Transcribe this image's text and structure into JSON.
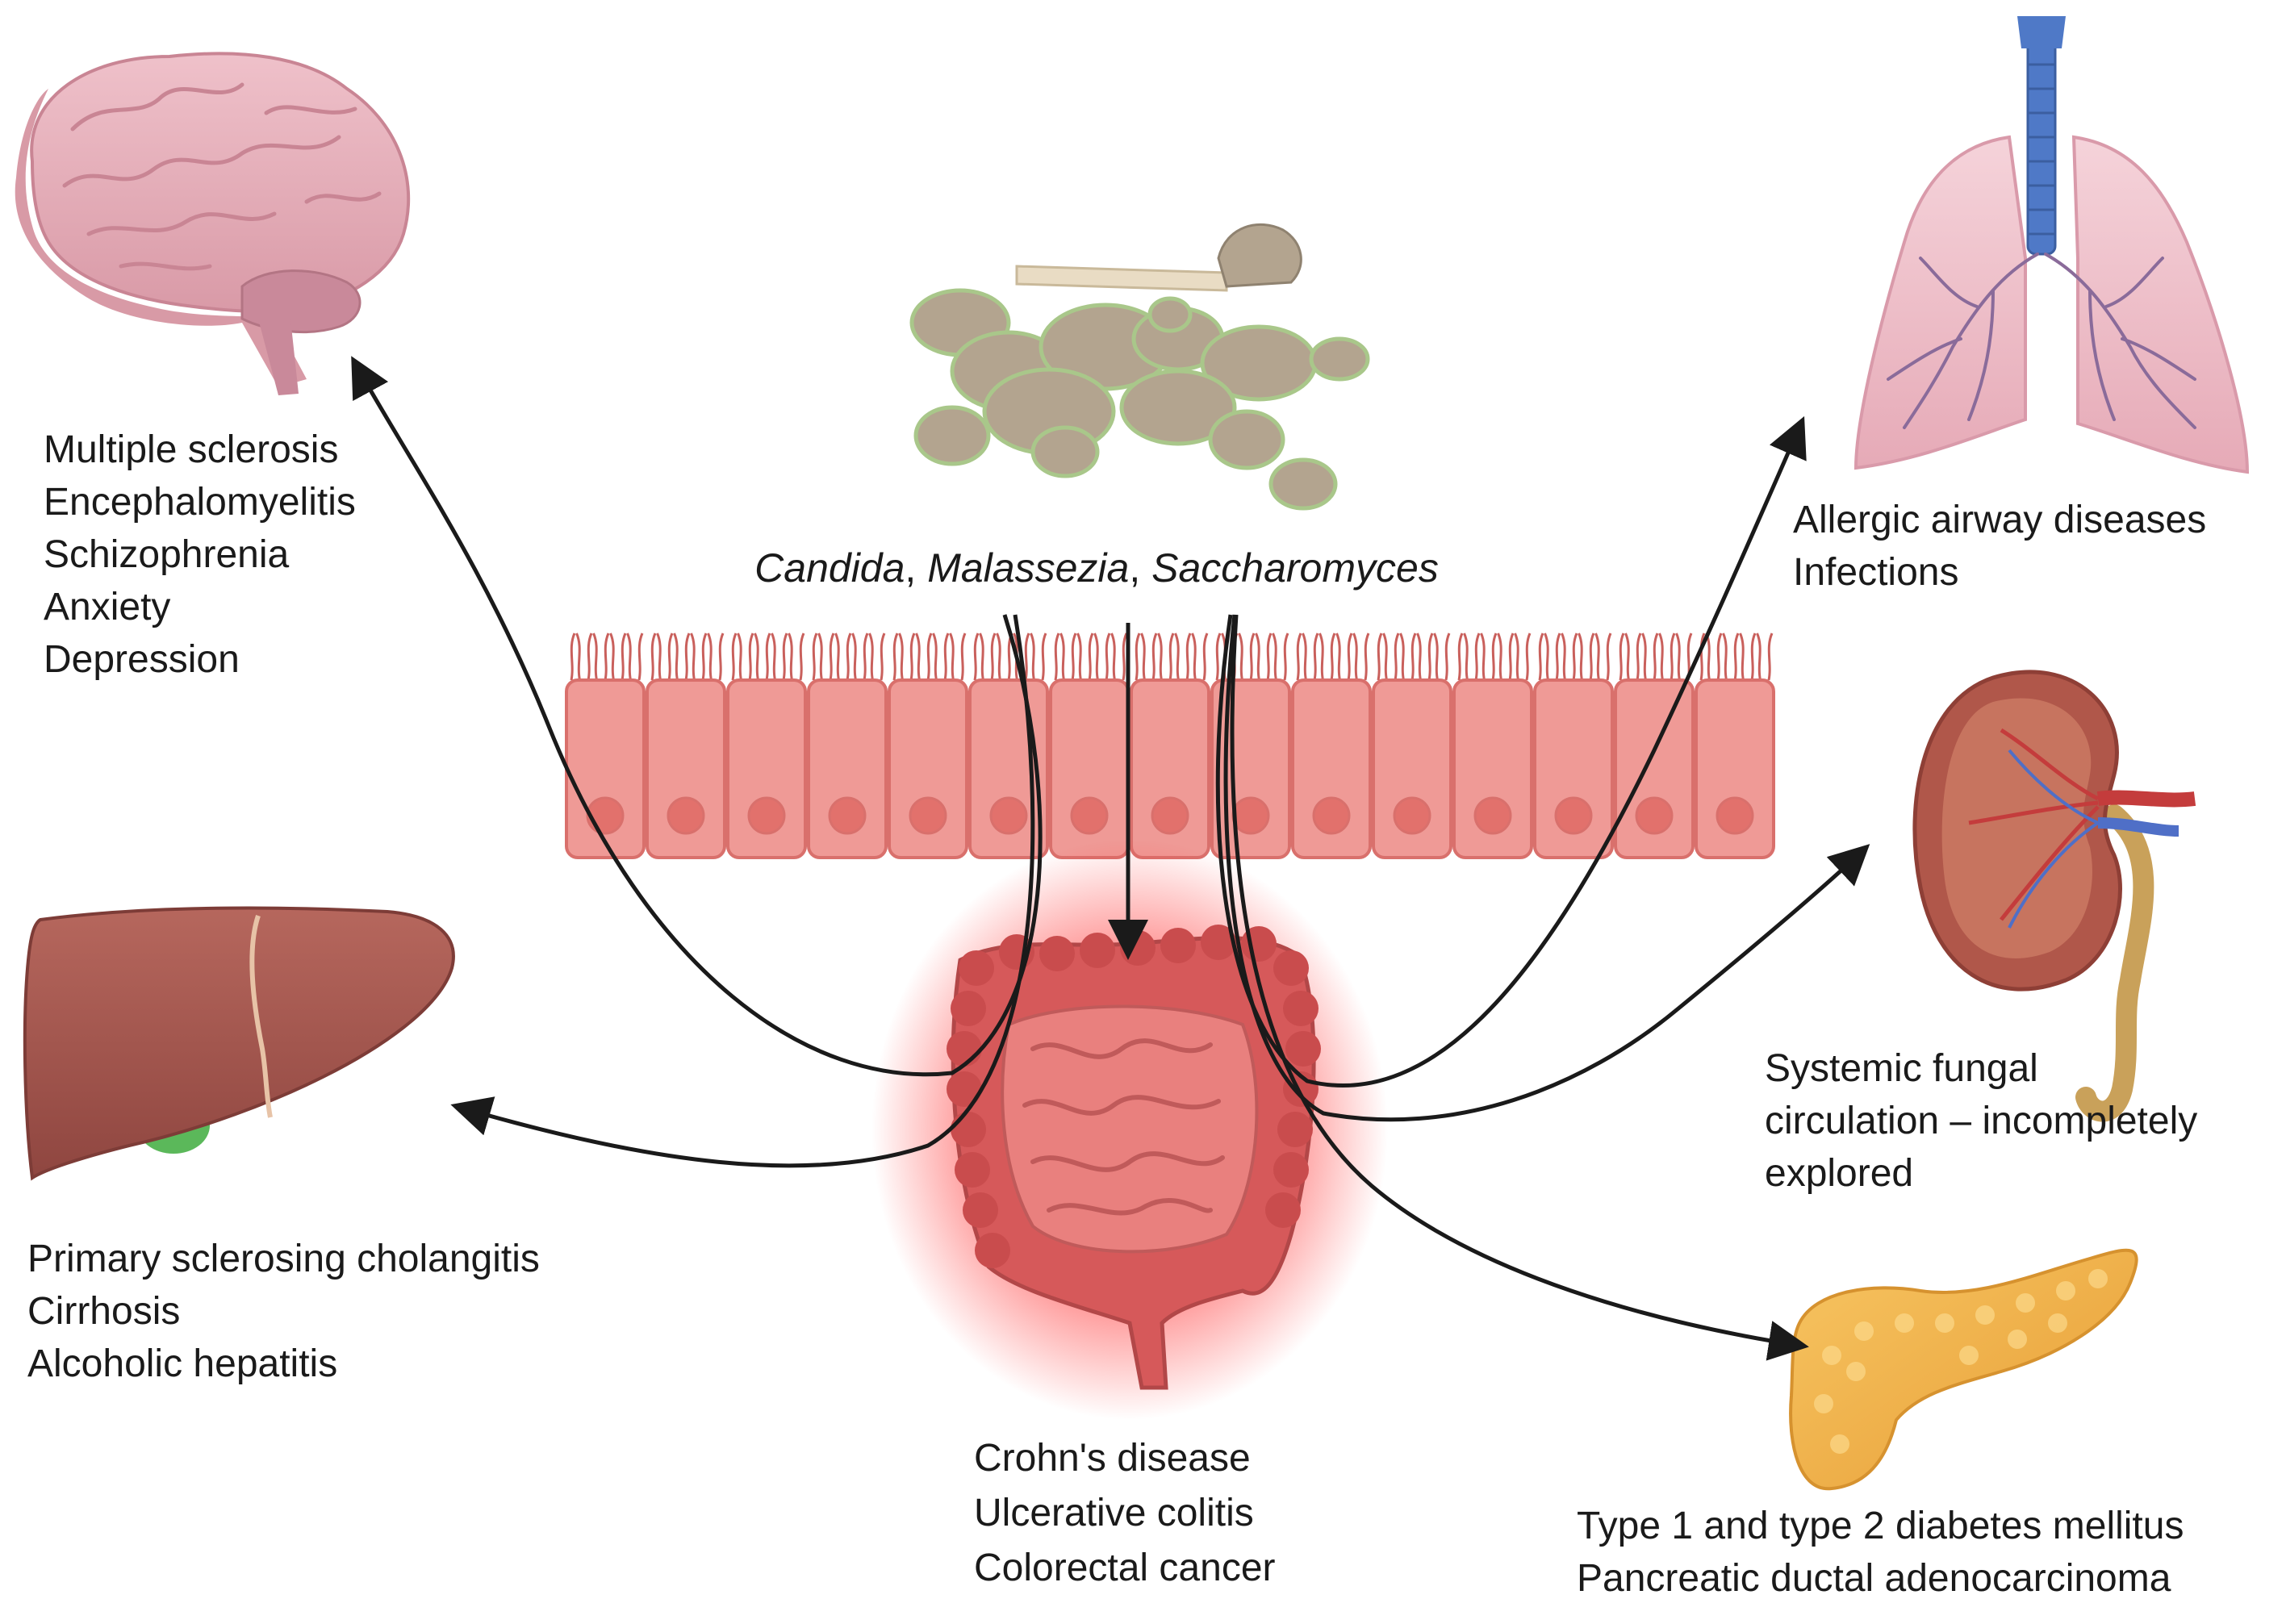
{
  "fungi": {
    "names": [
      "Candida",
      "Malassezia",
      "Saccharomyces"
    ],
    "separator": ", "
  },
  "organs": {
    "brain": {
      "icon": "brain-icon",
      "conditions": [
        "Multiple sclerosis",
        "Encephalomyelitis",
        "Schizophrenia",
        "Anxiety",
        "Depression"
      ]
    },
    "liver": {
      "icon": "liver-icon",
      "conditions": [
        "Primary sclerosing cholangitis",
        "Cirrhosis",
        "Alcoholic hepatitis"
      ]
    },
    "intestine": {
      "icon": "intestine-icon",
      "conditions": [
        "Crohn's disease",
        "Ulcerative colitis",
        "Colorectal cancer"
      ]
    },
    "lungs": {
      "icon": "lungs-icon",
      "conditions": [
        "Allergic airway diseases",
        "Infections"
      ]
    },
    "kidney": {
      "icon": "kidney-icon",
      "conditions": [
        "Systemic fungal",
        "circulation – incompletely",
        "explored"
      ]
    },
    "pancreas": {
      "icon": "pancreas-icon",
      "conditions": [
        "Type 1 and type 2 diabetes mellitus",
        "Pancreatic ductal adenocarcinoma"
      ]
    }
  },
  "colors": {
    "epithelium": "#ef9a96",
    "epithelium_border": "#d9706c",
    "nucleus": "#e2716c",
    "cilia": "#c9605c",
    "fungus": "#b3a48f",
    "fungus_border": "#a9c78a",
    "arrow": "#1a1a1a",
    "brain": "#e7b3bd",
    "liver": "#a8574f",
    "gallbladder": "#5bb85a",
    "intestine": "#d6595a",
    "intestine_glow": "#ff2a2a",
    "lungs": "#efc3cd",
    "trachea": "#4f79c7",
    "kidney": "#b0574a",
    "pancreas": "#f2b24a"
  }
}
